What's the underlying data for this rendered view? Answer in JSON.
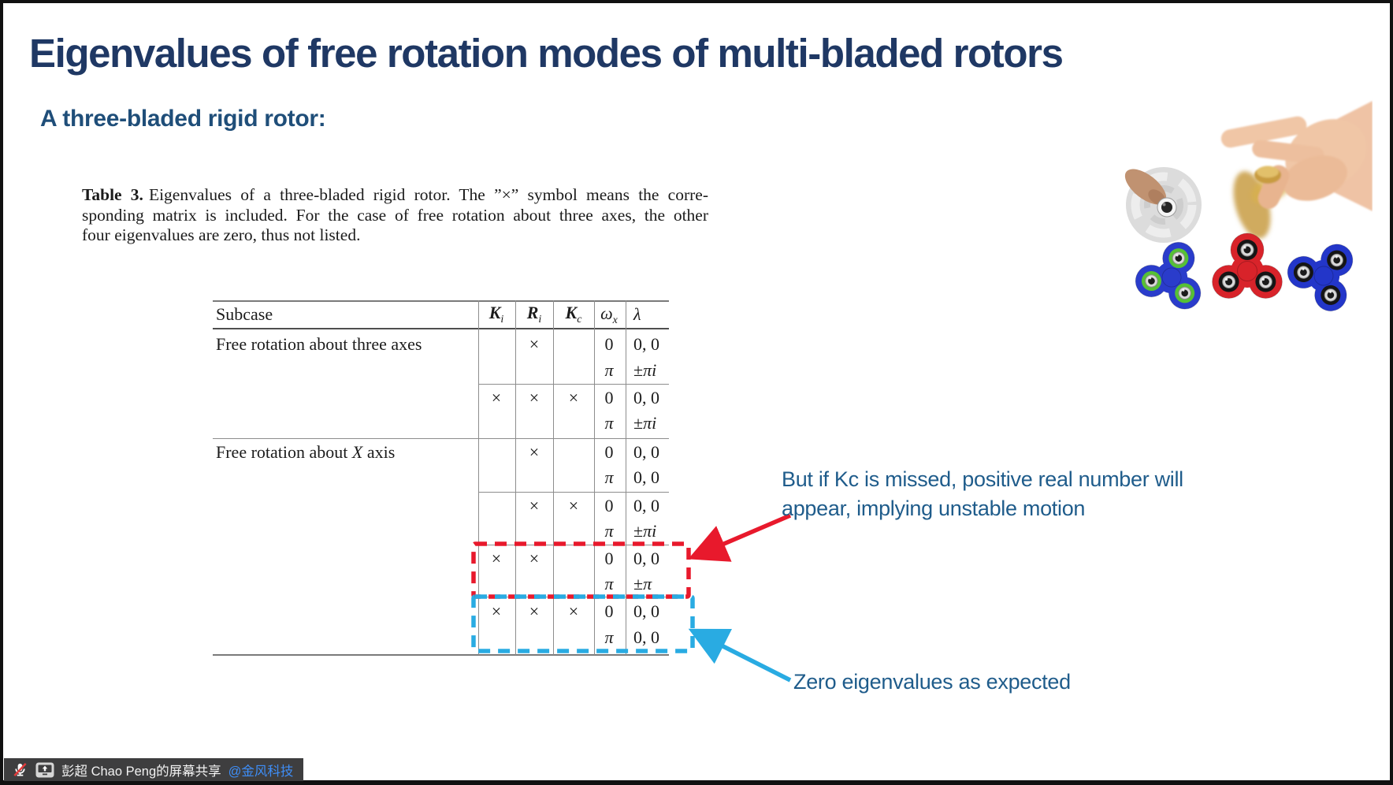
{
  "slide": {
    "title": "Eigenvalues of free rotation modes of multi-bladed rotors",
    "subtitle": "A three-bladed rigid rotor:"
  },
  "caption": {
    "label": "Table 3.",
    "line1": "Eigenvalues of a three-bladed rigid rotor. The ”×” symbol means the corre-",
    "line2": "sponding matrix is included. For the case of free rotation about three axes, the other",
    "line3": "four eigenvalues are zero, thus not listed."
  },
  "table": {
    "headers": {
      "subcase": "Subcase",
      "col1": {
        "base": "K",
        "sub": "i",
        "style": "boldmath"
      },
      "col2": {
        "base": "R",
        "sub": "i",
        "style": "boldmath"
      },
      "col3": {
        "base": "K",
        "sub": "c",
        "style": "boldmath"
      },
      "col4": {
        "base": "ω",
        "sub": "x",
        "style": "math"
      },
      "col5": {
        "base": "λ",
        "sub": "",
        "style": "math"
      }
    },
    "blocks": [
      {
        "subcase": "Free rotation about three axes",
        "italic_word": "",
        "Ki": "",
        "Ri": "×",
        "Kc": "",
        "rows": [
          {
            "wx": "0",
            "lambda": "0, 0"
          },
          {
            "wx": "π",
            "lambda": "±πi"
          }
        ]
      },
      {
        "subcase": "",
        "italic_word": "",
        "Ki": "×",
        "Ri": "×",
        "Kc": "×",
        "rows": [
          {
            "wx": "0",
            "lambda": "0, 0"
          },
          {
            "wx": "π",
            "lambda": "±πi"
          }
        ]
      },
      {
        "subcase": "Free rotation about X axis",
        "italic_word": "X",
        "Ki": "",
        "Ri": "×",
        "Kc": "",
        "rows": [
          {
            "wx": "0",
            "lambda": "0, 0"
          },
          {
            "wx": "π",
            "lambda": "0, 0"
          }
        ]
      },
      {
        "subcase": "",
        "italic_word": "",
        "Ki": "",
        "Ri": "×",
        "Kc": "×",
        "rows": [
          {
            "wx": "0",
            "lambda": "0, 0"
          },
          {
            "wx": "π",
            "lambda": "±πi"
          }
        ]
      },
      {
        "subcase": "",
        "italic_word": "",
        "Ki": "×",
        "Ri": "×",
        "Kc": "",
        "rows": [
          {
            "wx": "0",
            "lambda": "0, 0"
          },
          {
            "wx": "π",
            "lambda": "±π"
          }
        ],
        "highlight": "red"
      },
      {
        "subcase": "",
        "italic_word": "",
        "Ki": "×",
        "Ri": "×",
        "Kc": "×",
        "rows": [
          {
            "wx": "0",
            "lambda": "0, 0"
          },
          {
            "wx": "π",
            "lambda": "0, 0"
          }
        ],
        "highlight": "blue"
      }
    ]
  },
  "annotations": {
    "red_note": {
      "line1": "But if Kc is missed, positive real number will",
      "line2": "appear, implying unstable motion"
    },
    "blue_note": "Zero eigenvalues as expected"
  },
  "share_bar": {
    "mic_icon": "microphone-muted",
    "share_icon": "screen-share-monitor",
    "presenter": "彭超 Chao Peng的屏幕共享",
    "mention": "@金风科技"
  },
  "images": {
    "hand_photo": "hand spinning a gold fidget spinner",
    "blurred_photo": "finger pressing a spinning fidget spinner",
    "spinners": [
      "blue body with green bearings",
      "red body with black bearings",
      "blue body with black bearings"
    ]
  },
  "colors": {
    "title": "#1F3864",
    "subtitle": "#1F4E79",
    "note_text": "#1F5C8B",
    "highlight_red": "#E8192C",
    "highlight_blue": "#29ABE2",
    "share_bar_bg": "#3E3E3F",
    "mention_blue": "#3E8EF7",
    "spinner_blue": "#2A3CCB",
    "spinner_green": "#56C035",
    "spinner_red": "#D8232A"
  }
}
